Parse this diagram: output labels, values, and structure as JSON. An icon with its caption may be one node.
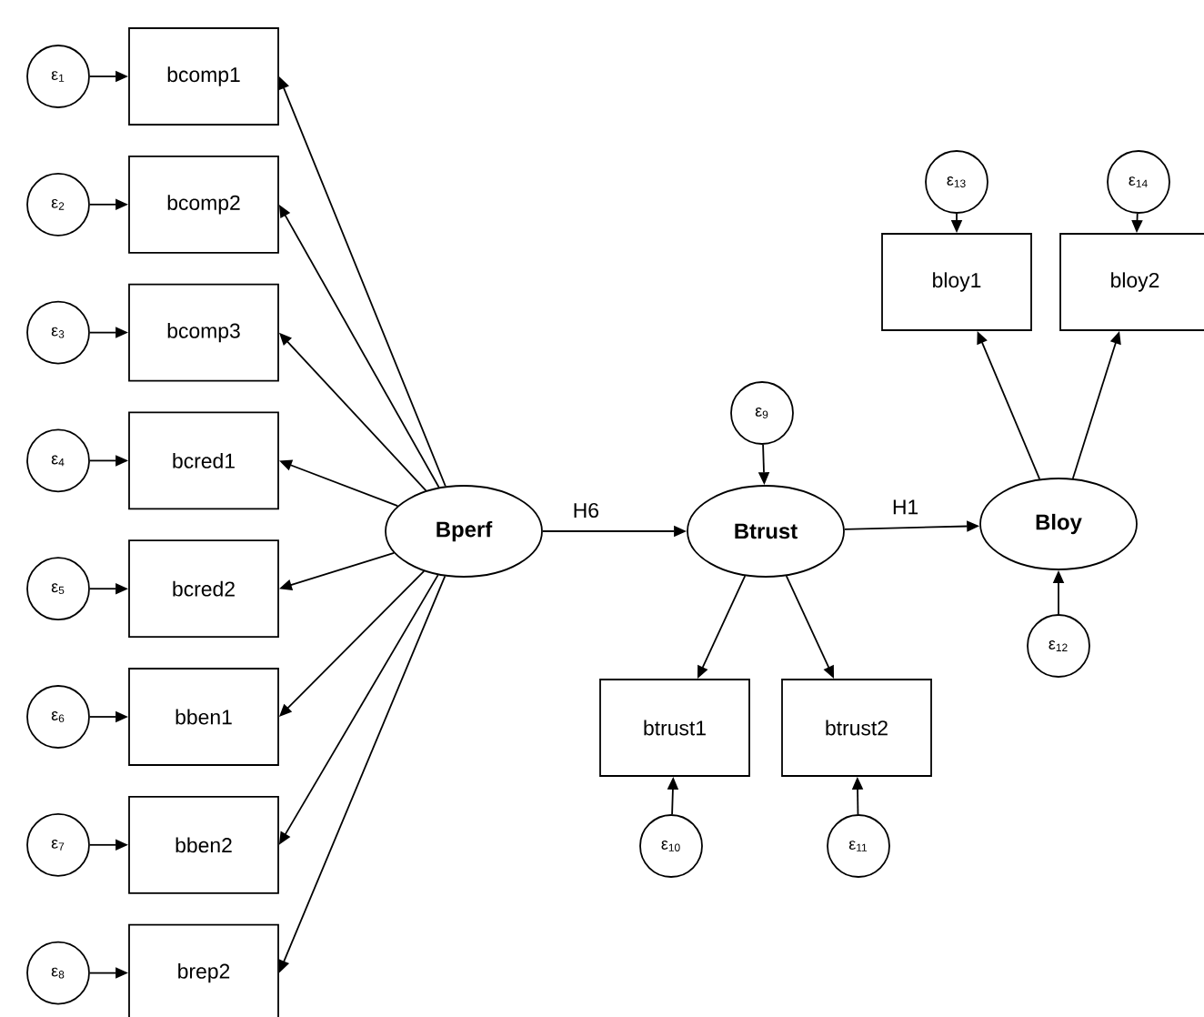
{
  "diagram": {
    "nodes": [
      {
        "text": [
          "ε$_{1}$"
        ]
      },
      {
        "text": [
          "ε$_{2}$"
        ]
      },
      {
        "text": [
          "ε$_{3}$"
        ]
      },
      {
        "text": [
          "ε$_{4}$"
        ]
      },
      {
        "text": [
          "ε$_{5}$"
        ]
      },
      {
        "text": [
          "ε$_{6}$"
        ]
      },
      {
        "text": [
          "ε$_{7}$"
        ]
      },
      {
        "text": [
          "ε$_{8}$"
        ]
      },
      {
        "text": [
          "bcomp1"
        ]
      },
      {
        "text": [
          "bcomp2"
        ]
      },
      {
        "text": [
          "bcomp3"
        ]
      },
      {
        "text": [
          "bcred1"
        ]
      },
      {
        "text": [
          "bcred2"
        ]
      },
      {
        "text": [
          "bben1"
        ]
      },
      {
        "text": [
          "bben2"
        ]
      },
      {
        "text": [
          "brep2"
        ]
      },
      {
        "text": [
          "Bperf"
        ]
      },
      {
        "text": [
          "ε$_{9}$"
        ]
      },
      {
        "text": [
          "Btrust"
        ]
      },
      {
        "text": [
          "btrust1"
        ]
      },
      {
        "text": [
          "btrust2"
        ]
      },
      {
        "text": [
          "ε$_{10}$"
        ]
      },
      {
        "text": [
          "ε$_{11}$"
        ]
      },
      {
        "text": [
          "ε$_{13}$"
        ]
      },
      {
        "text": [
          "ε$_{14}$"
        ]
      },
      {
        "text": [
          "bloy1"
        ]
      },
      {
        "text": [
          "bloy2"
        ]
      },
      {
        "text": [
          "Bloy"
        ]
      },
      {
        "text": [
          "ε$_{12}$"
        ]
      }
    ],
    "edges": [
      {
        "from": 0,
        "to": 8,
        "arrow": "to"
      },
      {
        "from": 1,
        "to": 9,
        "arrow": "to"
      },
      {
        "from": 2,
        "to": 10,
        "arrow": "to"
      },
      {
        "from": 3,
        "to": 11,
        "arrow": "to"
      },
      {
        "from": 4,
        "to": 12,
        "arrow": "to"
      },
      {
        "from": 5,
        "to": 13,
        "arrow": "to"
      },
      {
        "from": 6,
        "to": 14,
        "arrow": "to"
      },
      {
        "from": 7,
        "to": 15,
        "arrow": "to"
      },
      {
        "from": 16,
        "to": 8,
        "arrow": "to"
      },
      {
        "from": 16,
        "to": 9,
        "arrow": "to"
      },
      {
        "from": 16,
        "to": 10,
        "arrow": "to"
      },
      {
        "from": 16,
        "to": 11,
        "arrow": "to"
      },
      {
        "from": 16,
        "to": 12,
        "arrow": "to"
      },
      {
        "from": 16,
        "to": 13,
        "arrow": "to"
      },
      {
        "from": 16,
        "to": 14,
        "arrow": "to"
      },
      {
        "from": 16,
        "to": 15,
        "arrow": "to"
      },
      {
        "from": 16,
        "to": 18,
        "arrow": "to",
        "label": "H6"
      },
      {
        "from": 17,
        "to": 18,
        "arrow": "to"
      },
      {
        "from": 18,
        "to": 19,
        "arrow": "to"
      },
      {
        "from": 18,
        "to": 20,
        "arrow": "to"
      },
      {
        "from": 21,
        "to": 19,
        "arrow": "to"
      },
      {
        "from": 22,
        "to": 20,
        "arrow": "to"
      },
      {
        "from": 18,
        "to": 27,
        "arrow": "to",
        "label": "H1"
      },
      {
        "from": 27,
        "to": 25,
        "arrow": "to"
      },
      {
        "from": 27,
        "to": 26,
        "arrow": "to"
      },
      {
        "from": 23,
        "to": 25,
        "arrow": "to"
      },
      {
        "from": 24,
        "to": 26,
        "arrow": "to"
      },
      {
        "from": 28,
        "to": 27,
        "arrow": "to"
      }
    ]
  }
}
